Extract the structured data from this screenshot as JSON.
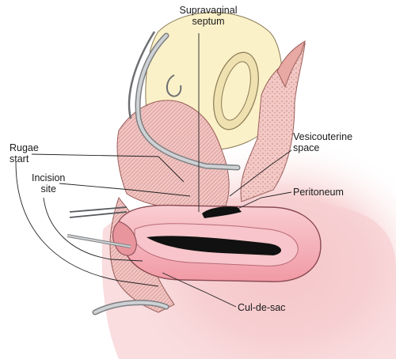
{
  "labels": {
    "supravaginal": {
      "line1": "Supravaginal",
      "line2": "septum"
    },
    "vesicouterine": {
      "line1": "Vesicouterine",
      "line2": "space"
    },
    "rugae": {
      "line1": "Rugae",
      "line2": "start"
    },
    "incision": {
      "line1": "Incision",
      "line2": "site"
    },
    "peritoneum": "Peritoneum",
    "culdesac": "Cul-de-sac"
  },
  "colors": {
    "background_glow": "#f6c7c9",
    "tissue_pink": "#f1c4c2",
    "tissue_dark": "#c98a86",
    "bladder_yellow": "#fbf1c8",
    "uterus_pink": "#f5b8bf",
    "cavity_black": "#111111",
    "instrument_gray": "#bfc2c4",
    "leader_line": "#222222"
  }
}
